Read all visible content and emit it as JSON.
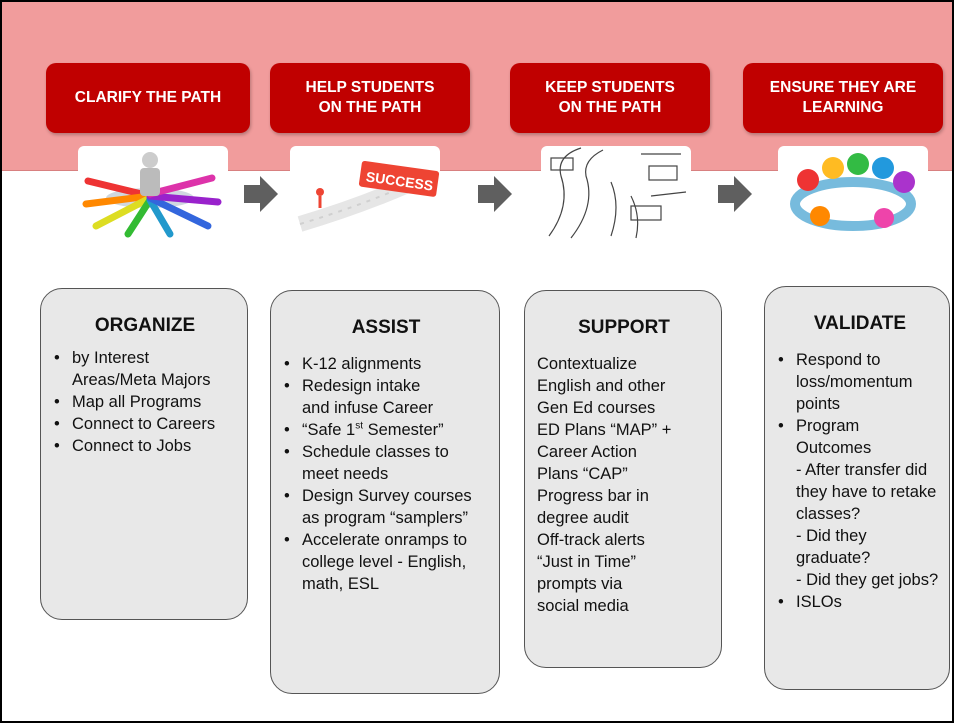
{
  "phases": [
    {
      "heading": "CLARIFY THE PATH",
      "image": "arrows-person-icon"
    },
    {
      "heading": "HELP STUDENTS\nON THE PATH",
      "image": "success-steps-icon"
    },
    {
      "heading": "KEEP STUDENTS\nON THE PATH",
      "image": "sketch-map-icon"
    },
    {
      "heading": "ENSURE THEY ARE\nLEARNING",
      "image": "team-circle-icon"
    }
  ],
  "cards": {
    "organize": {
      "title": "ORGANIZE",
      "items": [
        "by Interest Areas/Meta Majors",
        "Map all Programs",
        "Connect to Careers",
        "Connect to Jobs"
      ]
    },
    "assist": {
      "title": "ASSIST",
      "items": [
        "K-12 alignments",
        "Redesign  intake\nand infuse Career",
        "Schedule classes to meet needs",
        "Design Survey courses as program “samplers”",
        "Accelerate onramps to college level - English, math, ESL"
      ],
      "safe_open": "“Safe 1",
      "safe_sup": "st",
      "safe_close": " Semester”"
    },
    "support": {
      "title": "SUPPORT",
      "lines": [
        "Contextualize\n   English and other\n   Gen  Ed courses",
        "ED Plans “MAP”  +\n   Career Action\n   Plans “CAP”",
        "Progress bar in\n   degree audit",
        "Off-track alerts",
        "“Just in Time”\n   prompts via\n   social media"
      ]
    },
    "validate": {
      "title": "VALIDATE",
      "items": [
        "Respond to loss/momentum points",
        "Program\nOutcomes\n - After transfer did they have to retake classes?\n - Did they graduate?\n - Did they get jobs?",
        "ISLOs"
      ]
    }
  },
  "colors": {
    "band": "#f19c9c",
    "heading": "#c00000",
    "card": "#e8e8e8",
    "arrow": "#5f5f5f"
  }
}
